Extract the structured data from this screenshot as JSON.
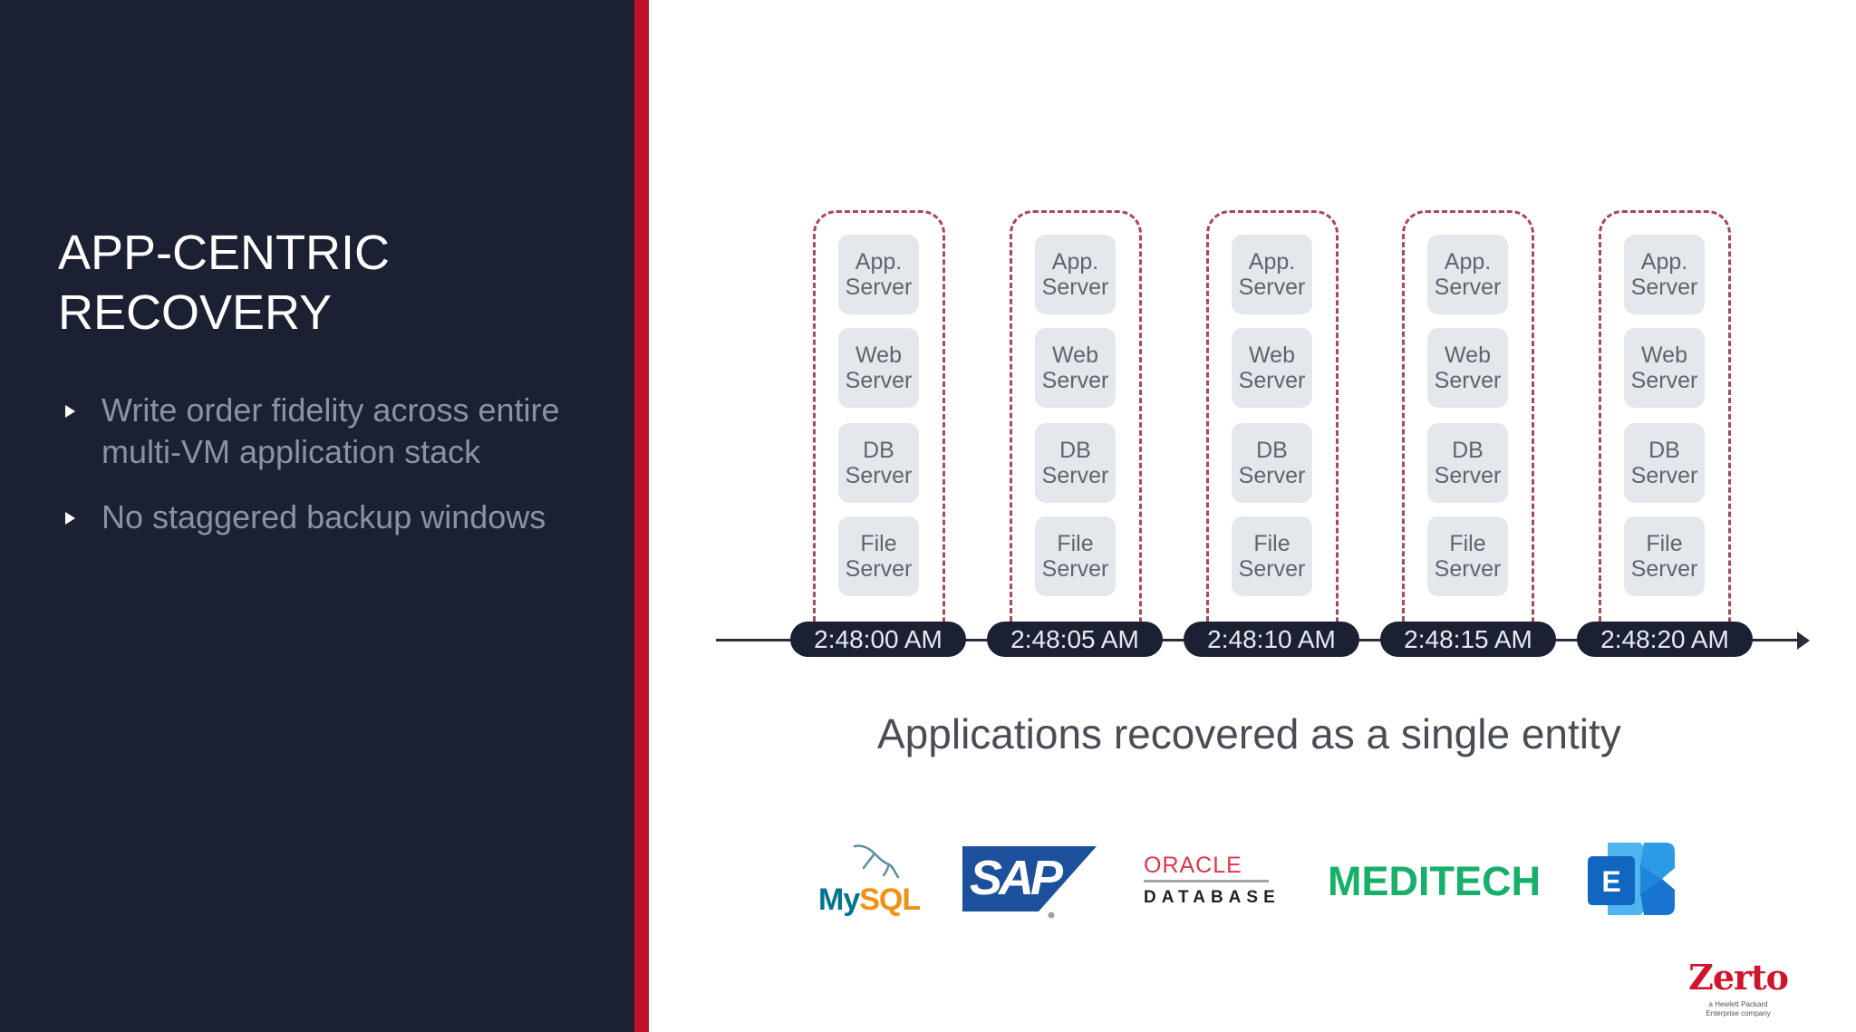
{
  "slide": {
    "title_lines": [
      "APP-CENTRIC",
      "RECOVERY"
    ],
    "bullets": [
      {
        "text": "Write order fidelity across entire multi-VM application stack"
      },
      {
        "text": "No staggered backup windows"
      }
    ]
  },
  "colors": {
    "panel_bg": "#1c2033",
    "accent_red": "#c0102a",
    "card_bg": "#e4e7ec",
    "dashed_frame": "#a8495a"
  },
  "diagram": {
    "snapshots": [
      {
        "time": "2:48:00 AM",
        "servers": [
          "App. Server",
          "Web Server",
          "DB Server",
          "File Server"
        ]
      },
      {
        "time": "2:48:05 AM",
        "servers": [
          "App. Server",
          "Web Server",
          "DB Server",
          "File Server"
        ]
      },
      {
        "time": "2:48:10 AM",
        "servers": [
          "App. Server",
          "Web Server",
          "DB Server",
          "File Server"
        ]
      },
      {
        "time": "2:48:15 AM",
        "servers": [
          "App. Server",
          "Web Server",
          "DB Server",
          "File Server"
        ]
      },
      {
        "time": "2:48:20 AM",
        "servers": [
          "App. Server",
          "Web Server",
          "DB Server",
          "File Server"
        ]
      }
    ],
    "server_labels": [
      [
        "App.",
        "Server"
      ],
      [
        "Web",
        "Server"
      ],
      [
        "DB",
        "Server"
      ],
      [
        "File",
        "Server"
      ]
    ],
    "caption": "Applications recovered as a single entity",
    "timeline_arrow_icon": "arrow-right-icon"
  },
  "logos": {
    "mysql": {
      "part1": "My",
      "part2": "SQL",
      "icon": "dolphin-icon"
    },
    "sap": {
      "text": "SAP"
    },
    "oracle": {
      "top": "ORACLE",
      "bottom": "DATABASE"
    },
    "meditech": {
      "text": "MEDITECH"
    },
    "exchange": {
      "letter": "E",
      "icon": "exchange-icon"
    },
    "zerto": {
      "text": "Zerto",
      "subtitle_line1": "a Hewlett Packard",
      "subtitle_line2": "Enterprise company"
    }
  }
}
